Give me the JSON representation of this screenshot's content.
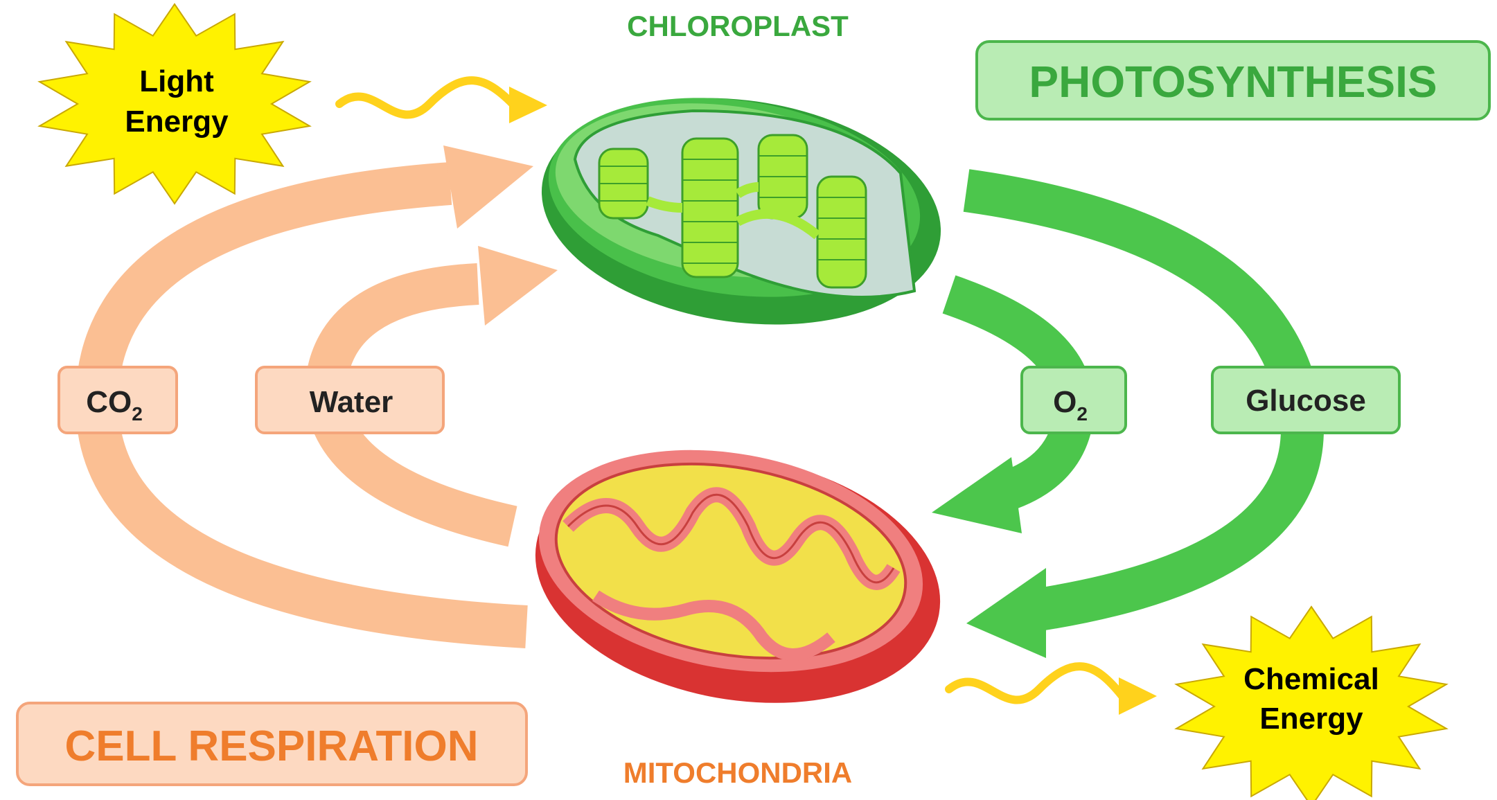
{
  "labels": {
    "chloroplast": "CHLOROPLAST",
    "mitochondria": "MITOCHONDRIA",
    "photosynthesis": "PHOTOSYNTHESIS",
    "cell_respiration": "CELL RESPIRATION",
    "light_energy_line1": "Light",
    "light_energy_line2": "Energy",
    "chemical_energy_line1": "Chemical",
    "chemical_energy_line2": "Energy",
    "co2_main": "CO",
    "co2_sub": "2",
    "water": "Water",
    "o2_main": "O",
    "o2_sub": "2",
    "glucose": "Glucose"
  },
  "colors": {
    "green_dark": "#2f9e36",
    "green_arrow": "#4cc64c",
    "green_text": "#3aa83e",
    "green_box_fill": "#b9ecb4",
    "green_box_stroke": "#4cb64c",
    "peach_arrow": "#fbbf93",
    "peach_box_fill": "#fdd9c1",
    "peach_box_stroke": "#f4a57b",
    "orange_text": "#ef7d2c",
    "yellow_star": "#fff200",
    "yellow_wave": "#ffd21c",
    "mito_red": "#e2403f",
    "mito_inner": "#f07f7f",
    "mito_matrix": "#f2e04a"
  }
}
